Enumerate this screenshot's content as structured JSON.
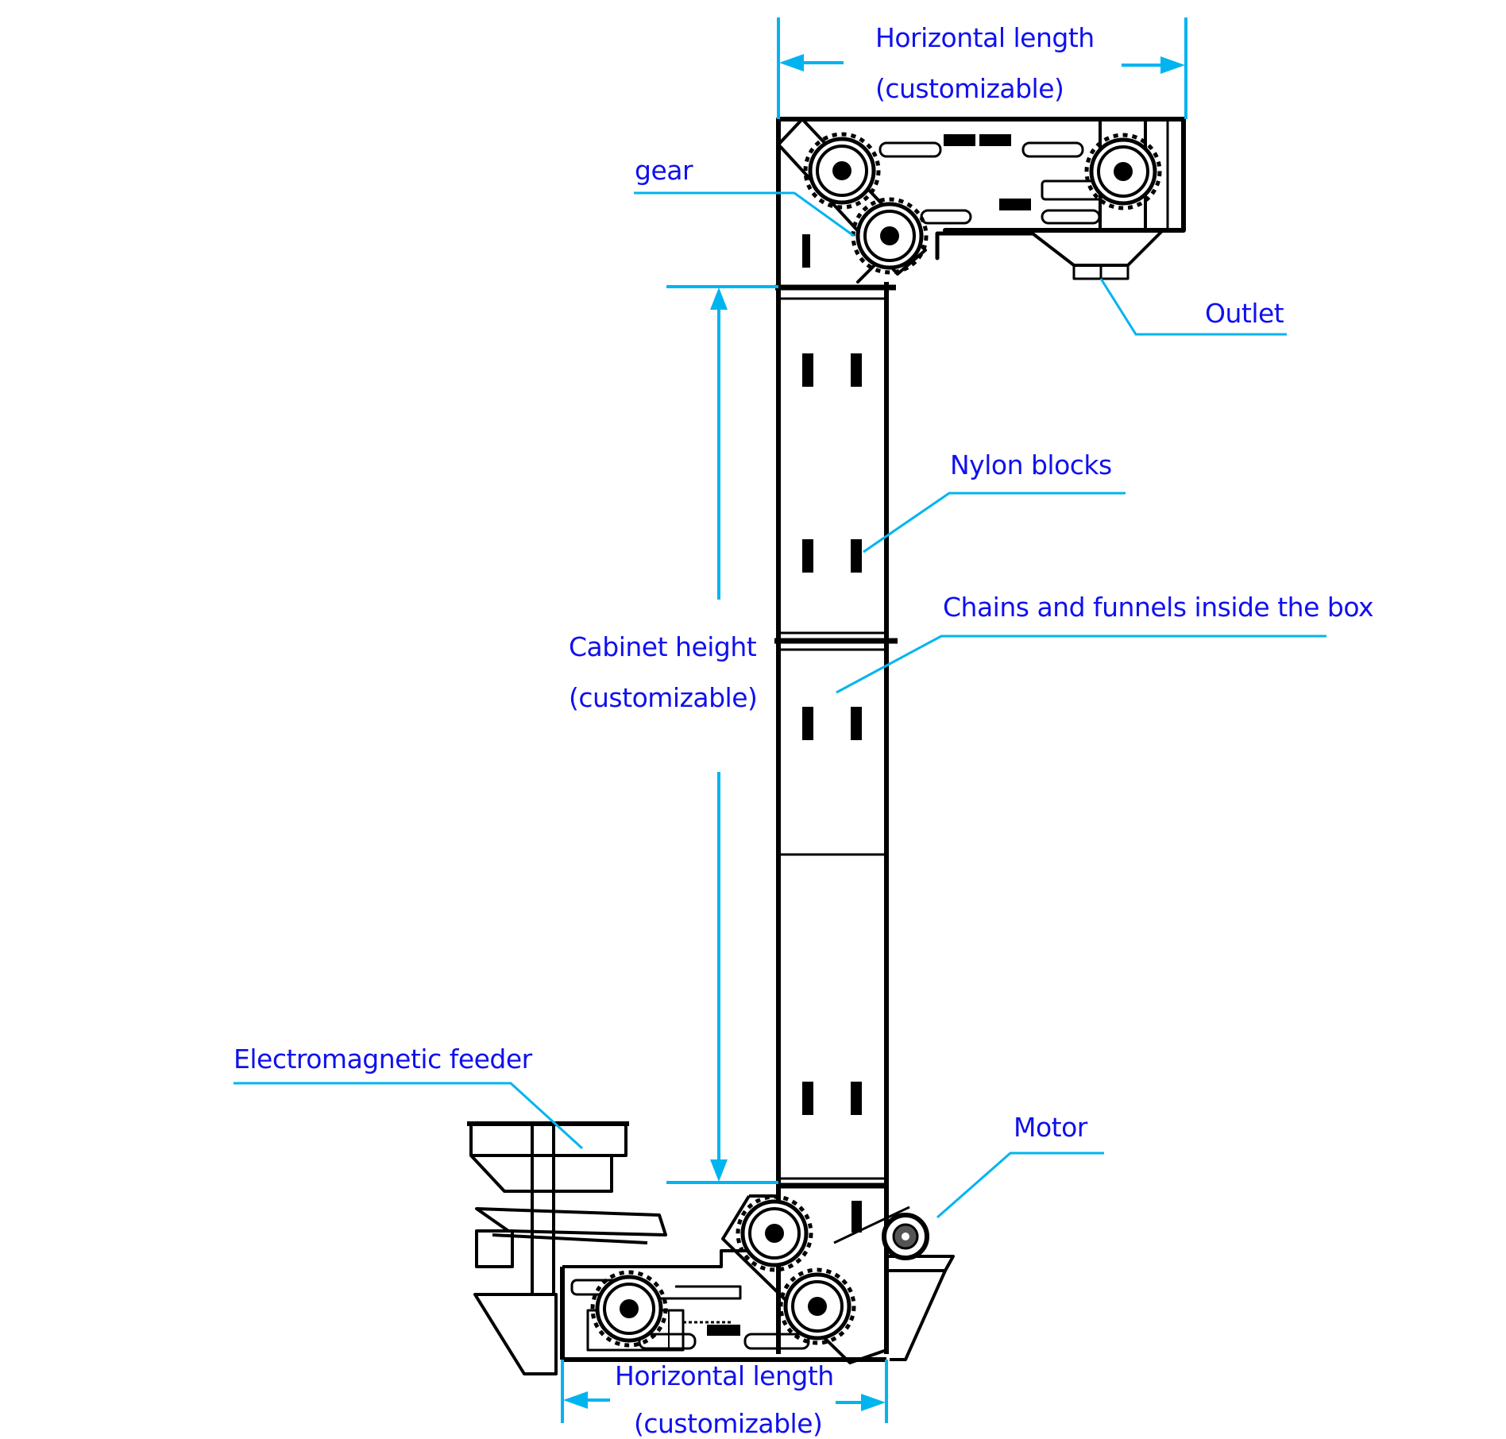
{
  "diagram": {
    "colors": {
      "label_text": "#1010ee",
      "leader_line": "#00b4f0",
      "drawing": "#000000",
      "background": "#ffffff"
    },
    "dimensions": {
      "top_horizontal": {
        "line1": "Horizontal length",
        "line2": "(customizable)"
      },
      "cabinet_height": {
        "line1": "Cabinet height",
        "line2": "(customizable)"
      },
      "bottom_horizontal": {
        "line1": "Horizontal length",
        "line2": "(customizable)"
      }
    },
    "callouts": {
      "gear": "gear",
      "outlet": "Outlet",
      "nylon_blocks": "Nylon blocks",
      "chains_funnels": "Chains and funnels inside the box",
      "feeder": "Electromagnetic feeder",
      "motor": "Motor"
    }
  }
}
